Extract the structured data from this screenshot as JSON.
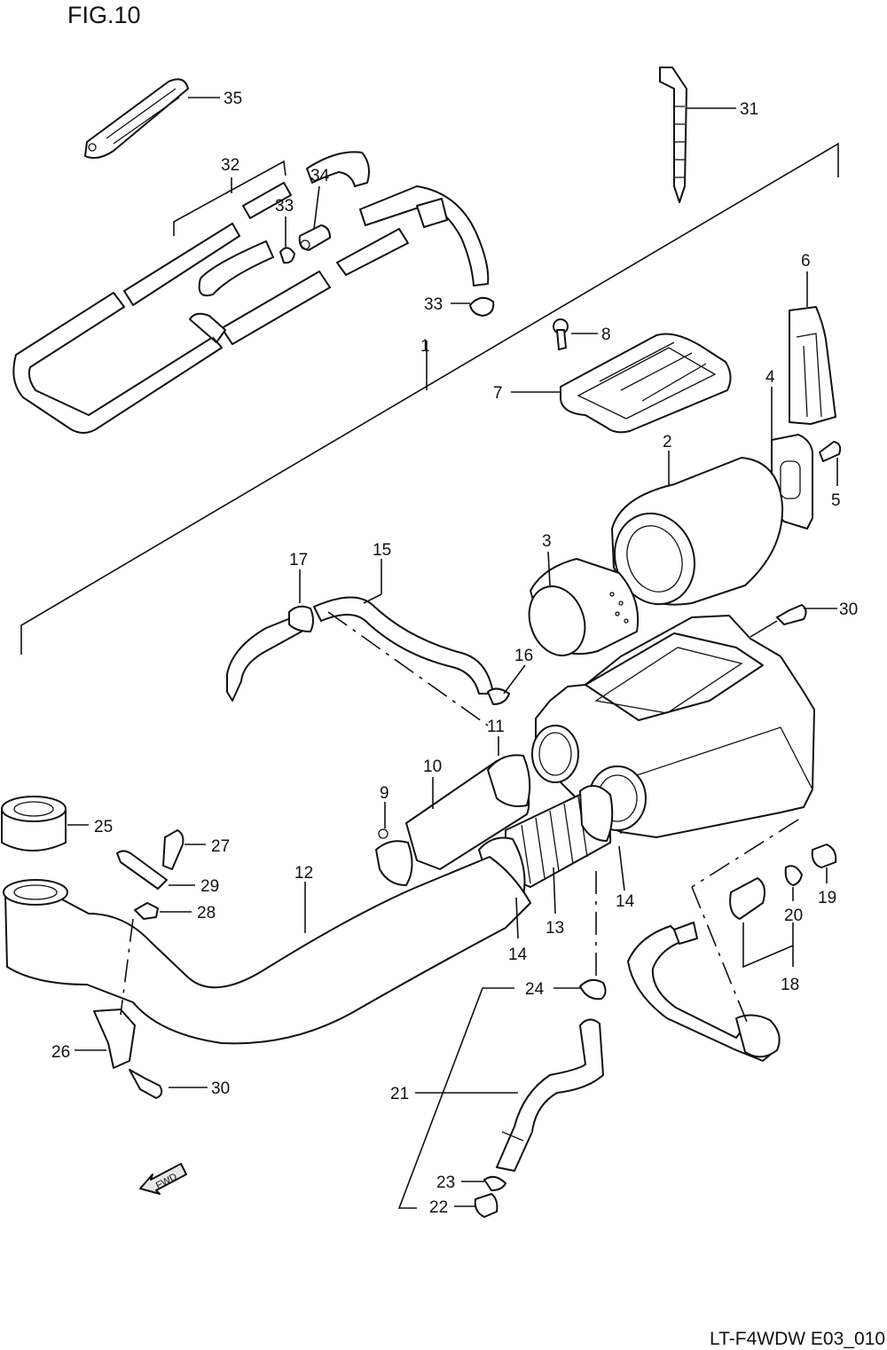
{
  "figure": {
    "title": "FIG.10",
    "code": "LT-F4WDW E03_010"
  },
  "fwd_label": "FWD",
  "callouts": {
    "c1": "1",
    "c2": "2",
    "c3": "3",
    "c4": "4",
    "c5": "5",
    "c6": "6",
    "c7": "7",
    "c8": "8",
    "c9": "9",
    "c10": "10",
    "c11": "11",
    "c12": "12",
    "c13": "13",
    "c14a": "14",
    "c14b": "14",
    "c15": "15",
    "c16": "16",
    "c17": "17",
    "c18": "18",
    "c19": "19",
    "c20": "20",
    "c21": "21",
    "c22": "22",
    "c23": "23",
    "c24": "24",
    "c25": "25",
    "c26": "26",
    "c27": "27",
    "c28": "28",
    "c29": "29",
    "c30a": "30",
    "c30b": "30",
    "c31": "31",
    "c32": "32",
    "c33a": "33",
    "c33b": "33",
    "c34": "34",
    "c35": "35"
  }
}
